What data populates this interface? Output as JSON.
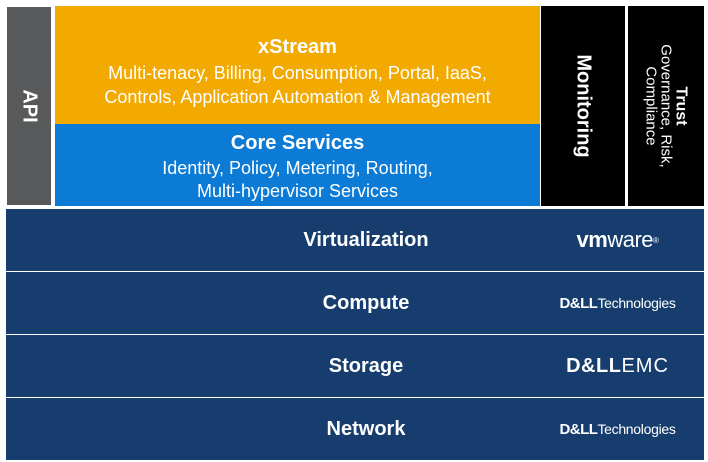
{
  "api": {
    "label": "API"
  },
  "xstream": {
    "title": "xStream",
    "line1": "Multi-tenacy, Billing, Consumption, Portal, IaaS,",
    "line2": "Controls, Application Automation & Management"
  },
  "core_services": {
    "title": "Core Services",
    "line1": "Identity, Policy, Metering, Routing,",
    "line2": "Multi-hypervisor Services"
  },
  "monitoring": {
    "label": "Monitoring"
  },
  "trust": {
    "title": "Trust",
    "line1": "Governance, Risk,",
    "line2": "Compliance"
  },
  "layers": [
    {
      "label": "Virtualization",
      "logo": {
        "bold": "vm",
        "light": "ware",
        "mark": "®"
      }
    },
    {
      "label": "Compute",
      "logo": {
        "bold": "D&LL",
        "light": "Technologies"
      }
    },
    {
      "label": "Storage",
      "logo": {
        "bold": "D&LL",
        "light": "EMC"
      }
    },
    {
      "label": "Network",
      "logo": {
        "bold": "D&LL",
        "light": "Technologies"
      }
    }
  ],
  "colors": {
    "api": "#58595b",
    "xstream": "#f2a900",
    "core_services": "#0c7bd5",
    "side_blocks": "#000000",
    "layers": "#163d6e"
  }
}
